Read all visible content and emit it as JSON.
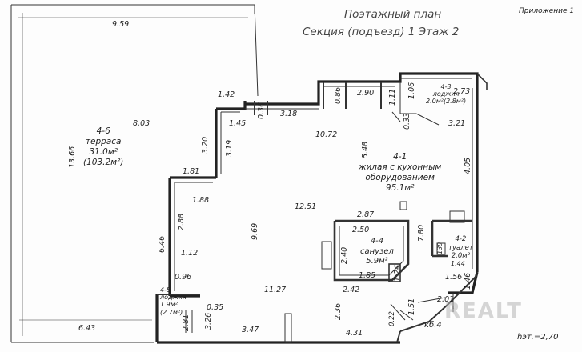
{
  "header": {
    "appendix": "Приложение 1",
    "title_line1": "Поэтажный план",
    "title_line2": "Секция (подъезд) 1    Этаж 2"
  },
  "rooms": {
    "r4_1": {
      "id": "4-1",
      "type": "жилая с кухонным",
      "type2": "оборудованием",
      "area": "95.1м²"
    },
    "r4_2": {
      "id": "4-2",
      "type": "туалет",
      "area": "2.0м²"
    },
    "r4_3": {
      "id": "4-3",
      "type": "лоджия",
      "area": "2.0м²(2.8м²)"
    },
    "r4_4": {
      "id": "4-4",
      "type": "санузел",
      "area": "5.9м²"
    },
    "r4_5": {
      "id": "4-5",
      "type": "лоджия",
      "area": "1.9м²",
      "area2": "(2.7м²)"
    },
    "r4_6": {
      "id": "4-6",
      "type": "терраса",
      "area": "31.0м²",
      "area2": "(103.2м²)"
    }
  },
  "dims": {
    "d959": "9.59",
    "d803": "8.03",
    "d1366": "13.66",
    "d643": "6.43",
    "d142": "1.42",
    "d036": "0.36",
    "d145": "1.45",
    "d318": "3.18",
    "d086": "0.86",
    "d290": "2.90",
    "d111": "1.11",
    "d106": "1.06",
    "d273": "2.73",
    "d033": "0.33",
    "d321": "3.21",
    "d1072": "10.72",
    "d320": "3.20",
    "d319": "3.19",
    "d548": "5.48",
    "d405": "4.05",
    "d181": "1.81",
    "d188": "1.88",
    "d1251": "12.51",
    "d288": "2.88",
    "d646": "6.46",
    "d969": "9.69",
    "d287": "2.87",
    "d780": "7.80",
    "d250": "2.50",
    "d112": "1.12",
    "d240": "2.40",
    "d139": "139",
    "d144": "1.44",
    "d096": "0.96",
    "d185": "1.85",
    "d242": "2.42",
    "d124": "1.24",
    "d156": "1.56",
    "d146": "1.46",
    "d1127": "11.27",
    "d035": "0.35",
    "d326": "3.26",
    "d281": "2.81",
    "d236": "2.36",
    "d151": "1.51",
    "d201": "2.01",
    "d022": "0.22",
    "d347": "3.47",
    "d431": "4.31"
  },
  "notes": {
    "shaft": "кб.4",
    "height": "hэт.=2,70",
    "watermark": "REALT"
  }
}
